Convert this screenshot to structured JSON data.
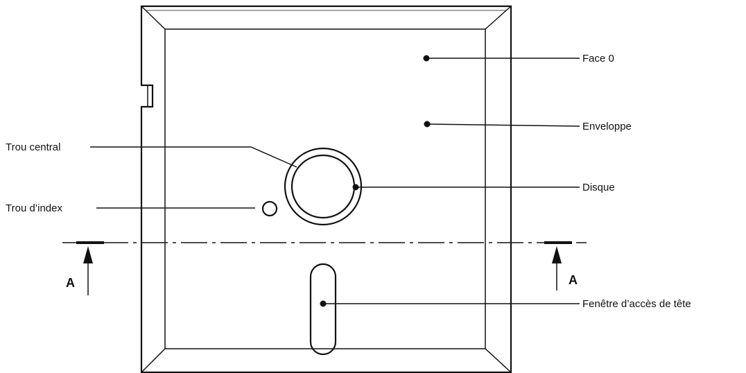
{
  "labels": {
    "face0": "Face 0",
    "enveloppe": "Enveloppe",
    "disque": "Disque",
    "trou_central": "Trou central",
    "trou_index": "Trou d’index",
    "fenetre": "Fenêtre d’accès de tête"
  },
  "section": {
    "left": "A",
    "right": "A"
  }
}
